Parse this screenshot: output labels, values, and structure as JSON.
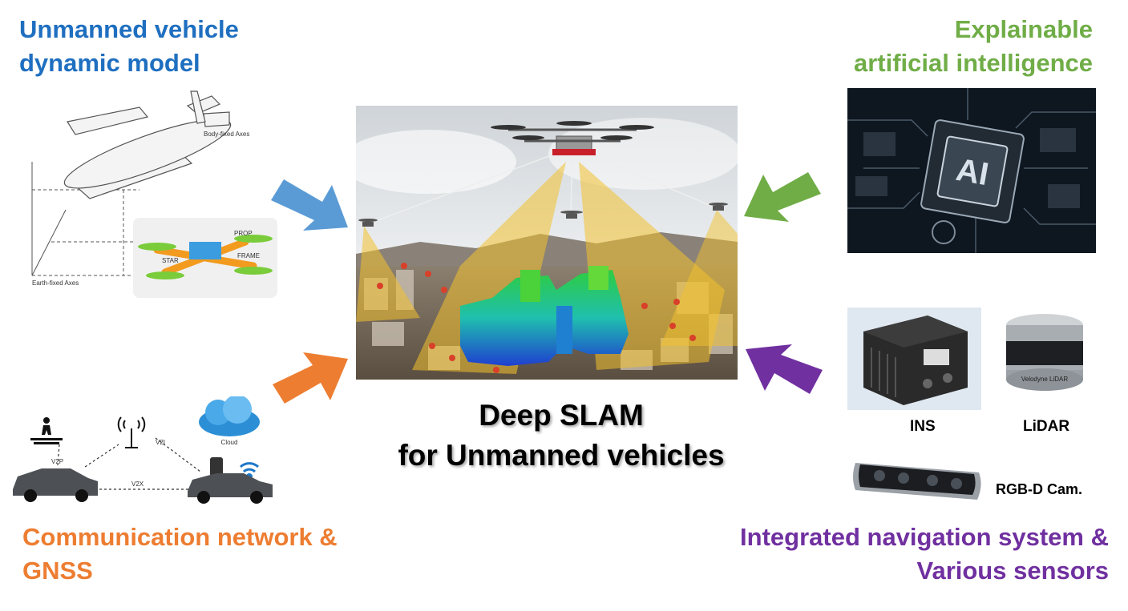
{
  "center": {
    "title_line1": "Deep SLAM",
    "title_line2": "for Unmanned vehicles"
  },
  "top_left": {
    "title_line1": "Unmanned vehicle",
    "title_line2": "dynamic model",
    "diagram_labels": {
      "body_fixed_axes": "Body-fixed Axes",
      "earth_fixed_axes": "Earth-fixed Axes",
      "frame": "FRAME",
      "prop": "PROP",
      "star": "STAR"
    }
  },
  "top_right": {
    "title_line1": "Explainable",
    "title_line2": "artificial intelligence",
    "chip_text": "AI"
  },
  "bottom_left": {
    "title_line1": "Communication network &",
    "title_line2": "GNSS",
    "cloud_label": "Cloud",
    "v2p": "V2P",
    "v2i": "V2I",
    "v2x": "V2X"
  },
  "bottom_right": {
    "title_line1": "Integrated navigation system &",
    "title_line2": "Various sensors",
    "ins_label": "INS",
    "lidar_label": "LiDAR",
    "camera_label": "RGB-D Cam.",
    "lidar_brand": "Velodyne LiDAR"
  },
  "colors": {
    "blue": "#5b9bd5",
    "green": "#70ad47",
    "orange": "#ed7d31",
    "purple": "#7030a0"
  }
}
